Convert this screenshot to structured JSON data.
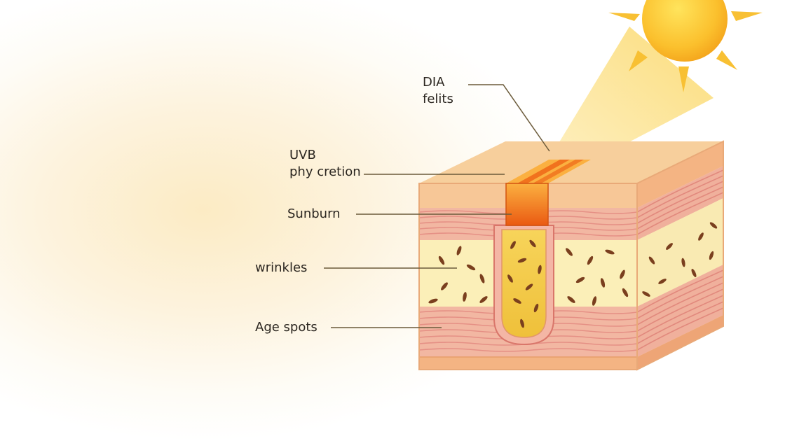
{
  "labels": {
    "dia_line1": "DIA",
    "dia_line2": "felits",
    "uvb_line1": "UVB",
    "uvb_line2": "phy cretion",
    "sunburn": "Sunburn",
    "wrinkles": "wrinkles",
    "age_spots": "Age spots"
  },
  "colors": {
    "sun": "#fbc02d",
    "sun_ray": "#f8c033",
    "skin_top": "#f7cf9c",
    "skin_side": "#f4b483",
    "dermis_pink": "#f2b9a4",
    "fat_yellow": "#fbefb8",
    "burn_orange": "#ef6c1a",
    "leader_line": "#6b5a3a"
  }
}
